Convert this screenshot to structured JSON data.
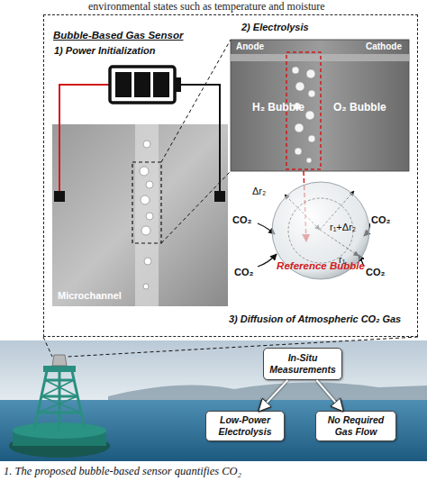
{
  "diagram": {
    "caption": "1. The proposed bubble-based sensor quantifies CO₂",
    "nodes": [
      {
        "text": [
          "Bubble-Based Gas Sensor"
        ]
      },
      {
        "text": [
          "Reference Bubble"
        ],
        "in": 0
      },
      {
        "text": [
          "In-Situ Measurements"
        ]
      },
      {
        "text": [
          "Low-Power Electrolysis"
        ]
      },
      {
        "text": [
          "No Required Gas Flow"
        ]
      }
    ],
    "edges": [
      {
        "from": 2,
        "to": 3,
        "arrow": "to"
      },
      {
        "from": 2,
        "to": 4,
        "arrow": "to"
      }
    ],
    "labels": [
      "environmental states such as temperature and moisture",
      "1) Power Initialization",
      "2) Electrolysis",
      "Anode",
      "Cathode",
      "H₂ Bubble",
      "O₂ Bubble",
      "Microchannel",
      "Δr₂",
      "r₁+Δr₂",
      "r₁",
      "CO₂",
      "CO₂",
      "CO₂",
      "CO₂",
      "3) Diffusion of Atmospheric CO₂ Gas"
    ]
  }
}
